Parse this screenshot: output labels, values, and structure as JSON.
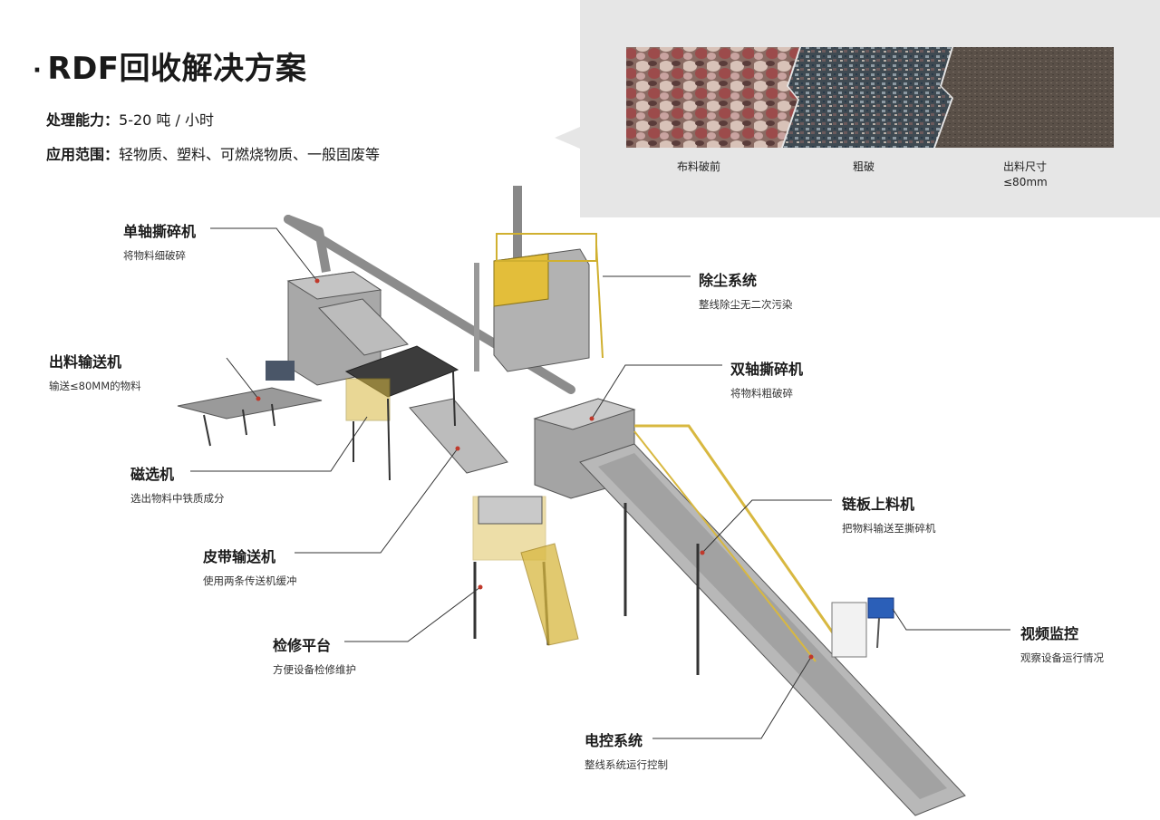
{
  "title": "RDF回收解决方案",
  "specs": {
    "capacity_label": "处理能力：",
    "capacity_value": "5-20 吨 / 小时",
    "scope_label": "应用范围：",
    "scope_value": "轻物质、塑料、可燃烧物质、一般固废等"
  },
  "material_stages": [
    {
      "caption": "布料破前"
    },
    {
      "caption": "粗破"
    },
    {
      "caption": "出料尺寸",
      "caption2": "≤80mm"
    }
  ],
  "components": [
    {
      "name": "单轴撕碎机",
      "desc": "将物料细破碎"
    },
    {
      "name": "除尘系统",
      "desc": "整线除尘无二次污染"
    },
    {
      "name": "出料输送机",
      "desc": "输送≤80MM的物料"
    },
    {
      "name": "双轴撕碎机",
      "desc": "将物料粗破碎"
    },
    {
      "name": "磁选机",
      "desc": "选出物料中铁质成分"
    },
    {
      "name": "链板上料机",
      "desc": "把物料输送至撕碎机"
    },
    {
      "name": "皮带输送机",
      "desc": "使用两条传送机缓冲"
    },
    {
      "name": "视频监控",
      "desc": "观察设备运行情况"
    },
    {
      "name": "检修平台",
      "desc": "方便设备检修维护"
    },
    {
      "name": "电控系统",
      "desc": "整线系统运行控制"
    }
  ]
}
